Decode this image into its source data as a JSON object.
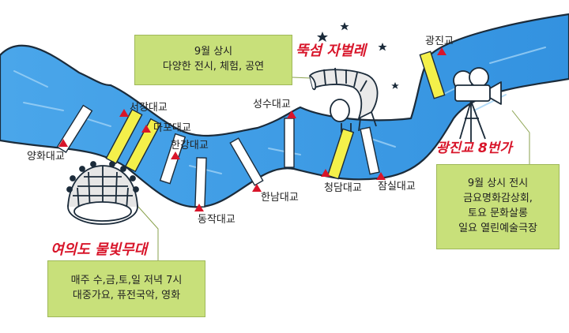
{
  "bridges": [
    {
      "id": "yanghwa",
      "name": "양화대교",
      "highlight": false
    },
    {
      "id": "seogang",
      "name": "서강대교",
      "highlight": true
    },
    {
      "id": "mapo",
      "name": "마포대교",
      "highlight": true
    },
    {
      "id": "hangang",
      "name": "한강대교",
      "highlight": false
    },
    {
      "id": "dongjak",
      "name": "동작대교",
      "highlight": false
    },
    {
      "id": "hannam",
      "name": "한남대교",
      "highlight": false
    },
    {
      "id": "seongsu",
      "name": "성수대교",
      "highlight": false
    },
    {
      "id": "cheongdam",
      "name": "청담대교",
      "highlight": true
    },
    {
      "id": "jamsil",
      "name": "잠실대교",
      "highlight": false
    },
    {
      "id": "gwangjin",
      "name": "광진교",
      "highlight": true
    }
  ],
  "venues": {
    "yeouido": {
      "title": "여의도 물빛무대",
      "info": [
        "매주 수,금,토,일 저녁 7시",
        "대중가요, 퓨전국악, 영화"
      ]
    },
    "ttukseom": {
      "title": "뚝섬 자벌레",
      "info": [
        "9월 상시",
        "다양한 전시, 체험, 공연"
      ]
    },
    "gwangjin": {
      "title": "광진교 8번가",
      "info": [
        "9월 상시 전시",
        "금요명화감상회,",
        "토요 문화살롱",
        "일요 열린예술극장"
      ]
    }
  },
  "colors": {
    "river": "#3a9be6",
    "river_light": "#7cc4f4",
    "river_outline": "#1b2b3a",
    "bridge": "#ffffff",
    "bridge_highlight": "#f4f04a",
    "marker": "#d8152a",
    "info_box": "#c8e07a",
    "title_red": "#d8152a"
  }
}
